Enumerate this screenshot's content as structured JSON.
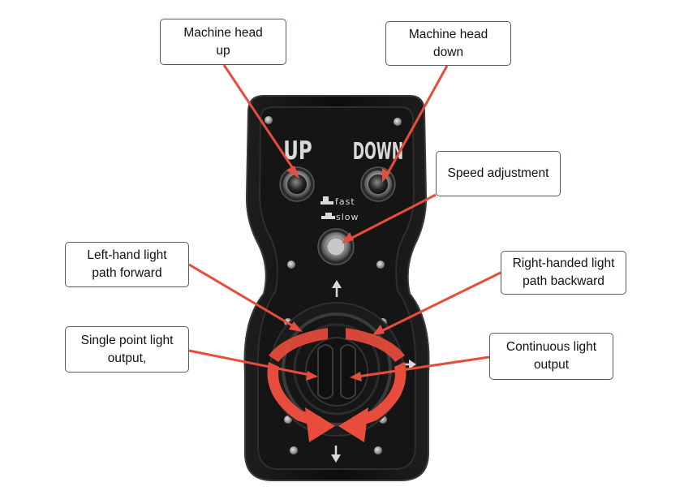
{
  "device": {
    "up_label": "UP",
    "down_label": "DOWN",
    "fast_label": "fast",
    "slow_label": "slow"
  },
  "callouts": {
    "machine_head_up": "Machine head\nup",
    "machine_head_down": "Machine head\ndown",
    "speed_adjustment": "Speed adjustment",
    "left_hand_light_path_forward": "Left-hand light\npath forward",
    "right_handed_light_path_backward": "Right-handed light\npath backward",
    "single_point_light_output": "Single point light\noutput,",
    "continuous_light_output": "Continuous light\noutput"
  },
  "colors": {
    "pointer": "#e74c3c",
    "device_body": "#111111",
    "device_trim": "#2a2a2a",
    "device_text": "#d9d9d9"
  }
}
